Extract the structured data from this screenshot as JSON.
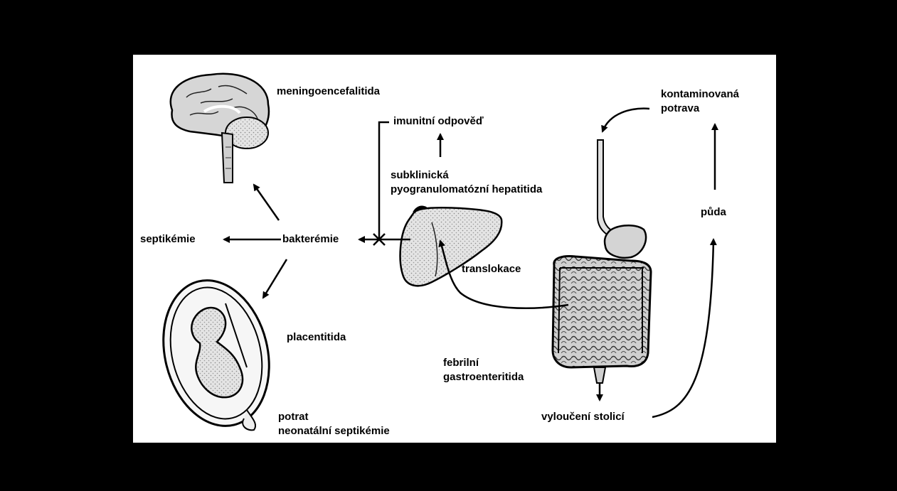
{
  "labels": {
    "meningo": "meningoencefalitida",
    "imunitni": "imunitní odpověď",
    "kontaminovana": "kontaminovaná\npotrava",
    "subklinicka": "subklinická\npyogranulomatózní hepatitida",
    "puda": "půda",
    "septikemie": "septikémie",
    "bakteremie": "bakterémie",
    "translokace": "translokace",
    "placentitida": "placentitida",
    "febrilni": "febrilní\ngastroenteritida",
    "potrat": "potrat\nneonatální septikémie",
    "vylouceni": "vyloučení stolicí"
  },
  "icons": [
    "brain-illustration",
    "liver-illustration",
    "digestive-tract-illustration",
    "fetus-in-uterus-illustration"
  ]
}
